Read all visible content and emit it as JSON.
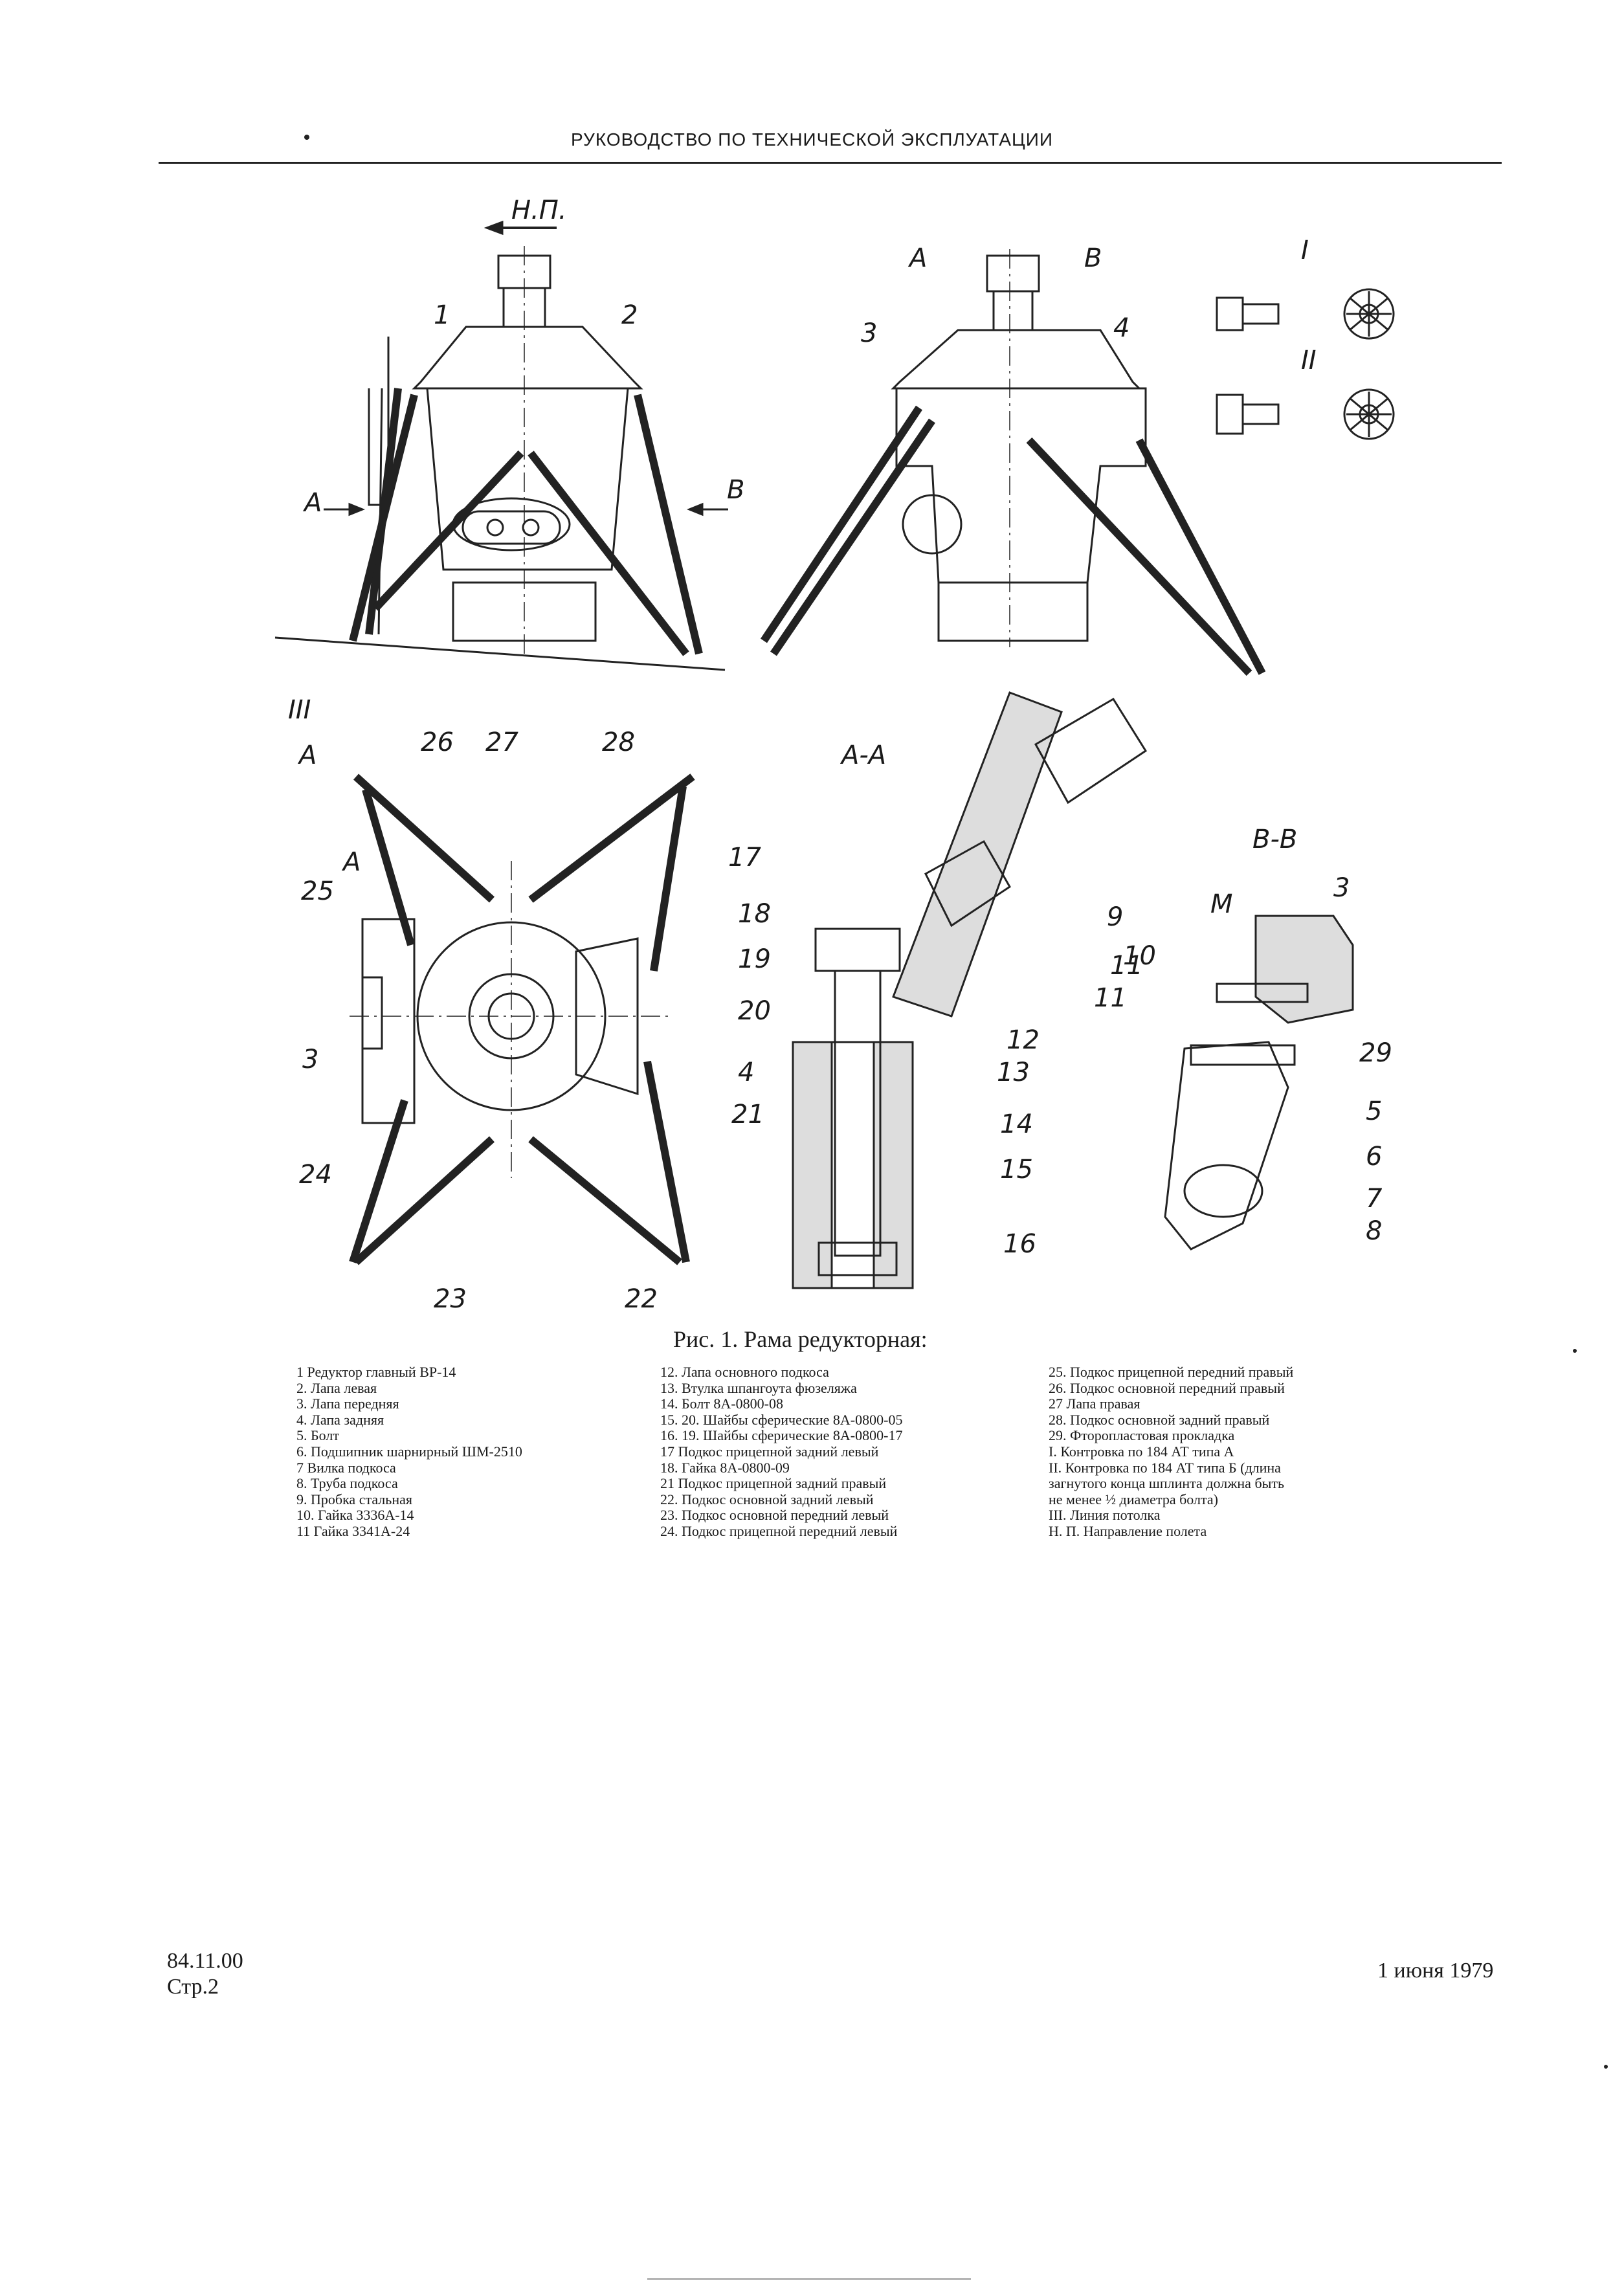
{
  "header": {
    "title": "РУКОВОДСТВО ПО ТЕХНИЧЕСКОЙ ЭКСПЛУАТАЦИИ"
  },
  "drawing": {
    "labels": {
      "np": "Н.П.",
      "a": "А",
      "b": "В",
      "iii": "III",
      "i": "I",
      "ii": "II",
      "section_aa": "А-А",
      "section_bb": "В-В",
      "m": "М"
    },
    "callouts": [
      "1",
      "2",
      "3",
      "4",
      "26",
      "27",
      "28",
      "17",
      "25",
      "3",
      "4",
      "21",
      "24",
      "23",
      "22",
      "18",
      "19",
      "20",
      "12",
      "13",
      "14",
      "15",
      "16",
      "9",
      "11",
      "3",
      "10",
      "11",
      "29",
      "5",
      "6",
      "7",
      "8"
    ]
  },
  "caption": "Рис. 1. Рама редукторная:",
  "legend": {
    "col1": [
      "1  Редуктор главный ВР-14",
      "2. Лапа левая",
      "3. Лапа передняя",
      "4. Лапа задняя",
      "5. Болт",
      "6. Подшипник шарнирный ШМ-2510",
      "7  Вилка подкоса",
      "8. Труба подкоса",
      "9. Пробка стальная",
      "10. Гайка 3336А-14",
      "11  Гайка 3341А-24"
    ],
    "col2": [
      "12. Лапа основного подкоса",
      "13. Втулка шпангоута фюзеляжа",
      "14. Болт 8А-0800-08",
      "15. 20. Шайбы сферические 8А-0800-05",
      "16. 19. Шайбы сферические 8А-0800-17",
      "17  Подкос прицепной задний левый",
      "18. Гайка 8А-0800-09",
      "21  Подкос прицепной задний правый",
      "22. Подкос основной задний левый",
      "23. Подкос основной передний левый",
      "24. Подкос прицепной передний левый"
    ],
    "col3": [
      "25. Подкос прицепной передний правый",
      "26. Подкос основной передний правый",
      "27  Лапа правая",
      "28. Подкос основной задний правый",
      "29. Фторопластовая прокладка",
      "I. Контровка по 184 АТ типа А",
      "II. Контровка по 184 АТ типа Б (длина",
      "загнутого конца шплинта должна быть",
      "не менее ½ диаметра болта)",
      "III. Линия потолка",
      "Н. П. Направление полета"
    ]
  },
  "footer": {
    "code": "84.11.00",
    "page": "Стр.2",
    "date": "1 июня 1979"
  }
}
